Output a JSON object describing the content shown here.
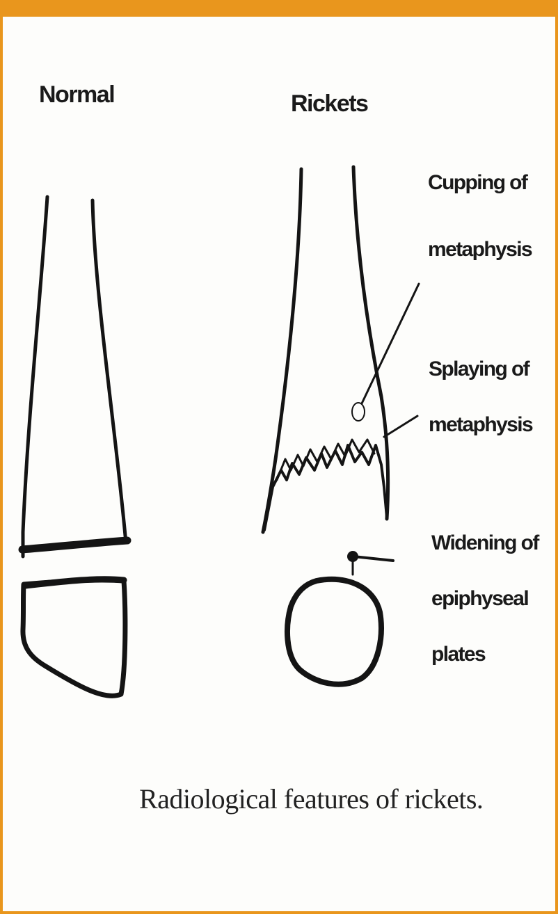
{
  "headings": {
    "normal": "Normal",
    "rickets": "Rickets"
  },
  "labels": {
    "cupping": [
      "Cupping of",
      "metaphysis"
    ],
    "splaying": [
      "Splaying of",
      "metaphysis"
    ],
    "widening": [
      "Widening of",
      "epiphyseal",
      "plates"
    ]
  },
  "caption": "Radiological features of rickets.",
  "colors": {
    "frame": "#e9961d",
    "ink": "#141414"
  }
}
